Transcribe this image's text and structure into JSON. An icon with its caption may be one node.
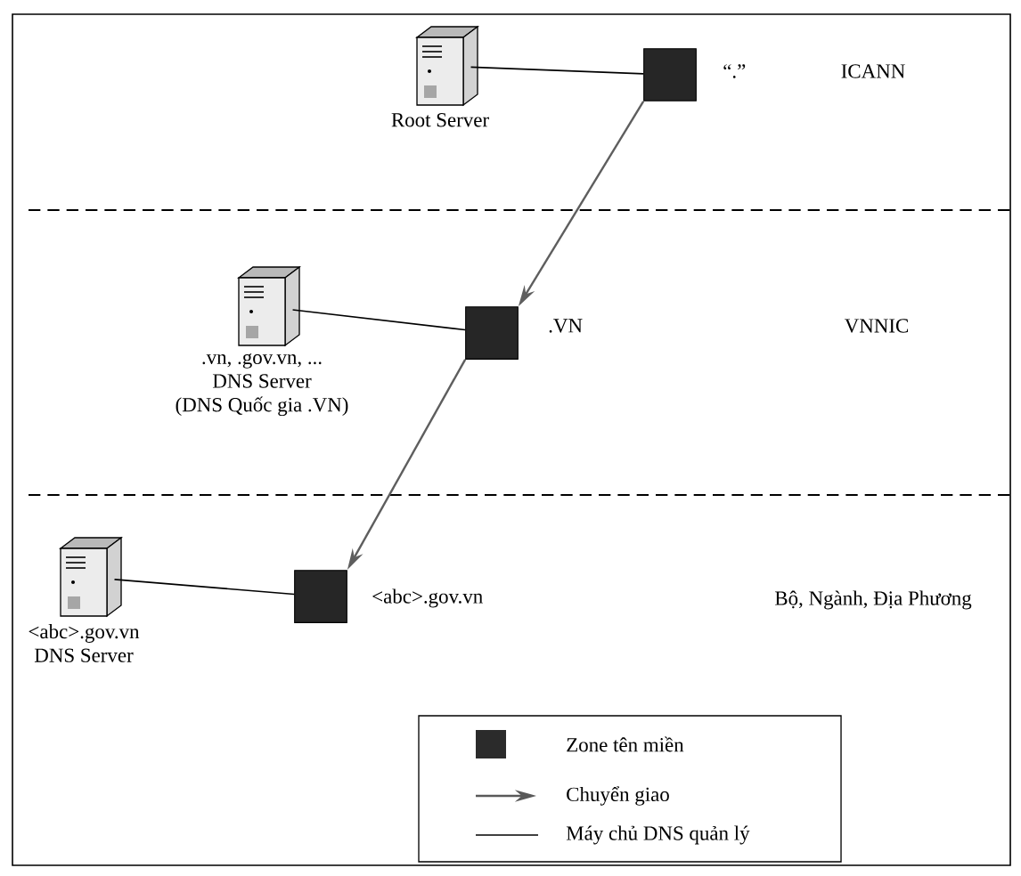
{
  "diagram": {
    "nodes": [
      {
        "text": [
          "Root Server"
        ]
      },
      {
        "text": [],
        "shape": "box",
        "beside": [
          "“.”"
        ]
      },
      {
        "text": [
          ".vn, .gov.vn, ...",
          "DNS Server",
          "(DNS Quốc gia .VN)"
        ]
      },
      {
        "text": [],
        "shape": "box",
        "beside": [
          ".VN"
        ]
      },
      {
        "text": [
          "<abc>.gov.vn",
          "DNS Server"
        ]
      },
      {
        "text": [],
        "shape": "box",
        "beside": [
          "<abc>.gov.vn"
        ]
      }
    ],
    "edges": [
      {
        "from": 0,
        "to": 1,
        "arrow": "none"
      },
      {
        "from": 1,
        "to": 3,
        "arrow": "to",
        "color": "#5e5e5e"
      },
      {
        "from": 2,
        "to": 3,
        "arrow": "none"
      },
      {
        "from": 3,
        "to": 5,
        "arrow": "to",
        "color": "#5e5e5e"
      },
      {
        "from": 4,
        "to": 5,
        "arrow": "none"
      }
    ],
    "labels": [
      "ICANN",
      "VNNIC",
      "Bộ, Ngành, Địa Phương"
    ],
    "legend": [
      {
        "text": "Zone tên miền",
        "color": "#2b2b2b"
      },
      {
        "text": "Chuyển giao"
      },
      {
        "text": "Máy chủ DNS quản lý"
      }
    ]
  }
}
